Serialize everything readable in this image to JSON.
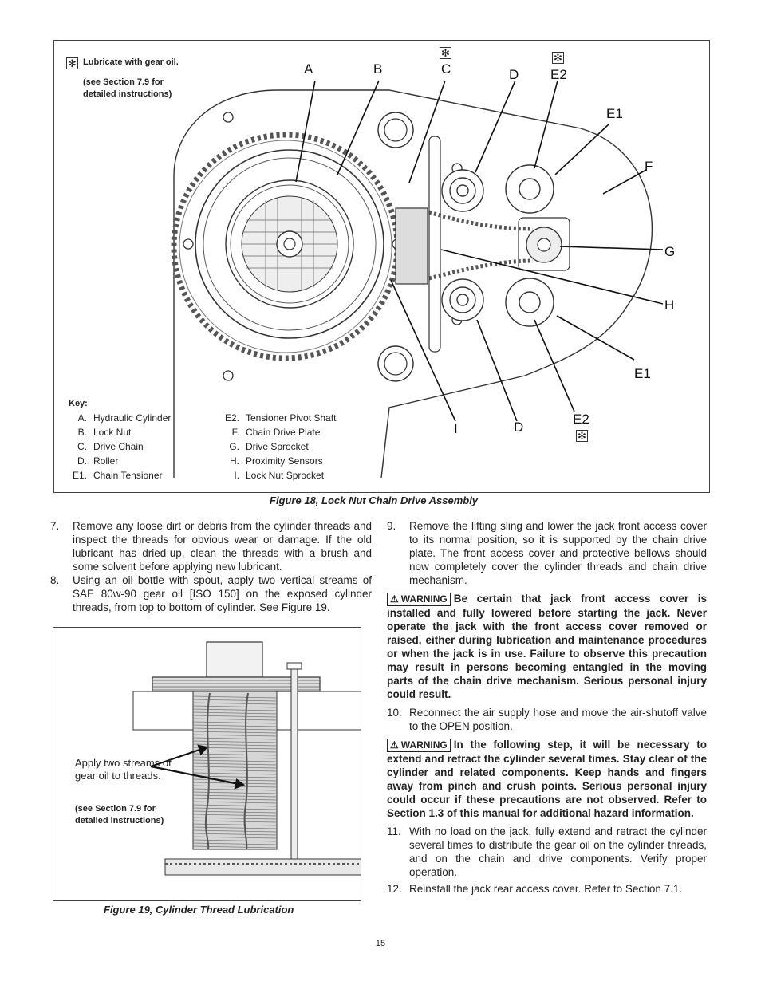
{
  "figure18": {
    "lube_symbol": "✻",
    "lube_text": "Lubricate with gear oil.",
    "lube_see": "(see Section 7.9 for detailed instructions)",
    "callouts": {
      "A": "A",
      "B": "B",
      "C": "C",
      "D_top": "D",
      "E2_top": "E2",
      "E1_top": "E1",
      "F": "F",
      "G": "G",
      "H": "H",
      "E1_bottom": "E1",
      "I": "I",
      "D_bottom": "D",
      "E2_bottom": "E2"
    },
    "key_title": "Key:",
    "key_left": [
      {
        "letter": "A.",
        "text": "Hydraulic Cylinder"
      },
      {
        "letter": "B.",
        "text": "Lock Nut"
      },
      {
        "letter": "C.",
        "text": "Drive Chain"
      },
      {
        "letter": "D.",
        "text": "Roller"
      },
      {
        "letter": "E1.",
        "text": "Chain Tensioner"
      }
    ],
    "key_right": [
      {
        "letter": "E2.",
        "text": "Tensioner Pivot Shaft"
      },
      {
        "letter": "F.",
        "text": "Chain Drive Plate"
      },
      {
        "letter": "G.",
        "text": "Drive Sprocket"
      },
      {
        "letter": "H.",
        "text": "Proximity Sensors"
      },
      {
        "letter": "I.",
        "text": "Lock Nut Sprocket"
      }
    ],
    "caption": "Figure 18, Lock Nut Chain Drive Assembly"
  },
  "steps_left": [
    {
      "num": "7.",
      "text": "Remove any loose dirt or debris from the cylinder threads and inspect the threads for obvious wear or damage. If the old lubricant has dried-up, clean the threads with a brush and some solvent before applying new lubricant."
    },
    {
      "num": "8.",
      "text": "Using an oil bottle with spout, apply two vertical streams of SAE 80w-90 gear oil [ISO 150] on the exposed cylinder threads, from top to bottom of cylinder. See Figure 19."
    }
  ],
  "figure19": {
    "apply_text": "Apply two streams of gear oil to threads.",
    "see_text": "(see Section 7.9 for detailed instructions)",
    "caption": "Figure 19, Cylinder Thread Lubrication"
  },
  "steps_right": {
    "step9": {
      "num": "9.",
      "text": "Remove the lifting sling and lower the jack front access cover to its normal position, so it is supported by the chain drive plate. The front access cover and protective bellows should now completely cover the cylinder threads and chain drive mechanism."
    },
    "warning1": {
      "tag": "WARNING",
      "text": "Be certain that jack front access cover is installed and fully lowered before starting the jack. Never operate the jack with the front access cover removed or raised, either during lubrication and maintenance procedures or when the jack is in use. Failure to observe this precaution may result in persons becoming entangled in the moving parts of the chain drive mechanism. Serious personal injury could result."
    },
    "step10": {
      "num": "10.",
      "text": "Reconnect the air supply hose and move the air-shutoff valve to the OPEN position."
    },
    "warning2": {
      "tag": "WARNING",
      "text": "In the following step, it will be necessary to extend and retract the cylinder several times. Stay clear of the cylinder and related components. Keep hands and fingers away from pinch and crush points. Serious personal injury could occur if these precautions are not observed. Refer to Section 1.3 of this manual for additional hazard information."
    },
    "step11": {
      "num": "11.",
      "text": "With no load on the jack, fully extend and retract the cylinder several times to distribute the gear oil on the cylinder threads, and on the chain and drive components. Verify proper operation."
    },
    "step12": {
      "num": "12.",
      "text": "Reinstall the jack rear access cover. Refer to Section 7.1."
    }
  },
  "warning_icon": "warning-triangle-icon",
  "page_number": "15"
}
